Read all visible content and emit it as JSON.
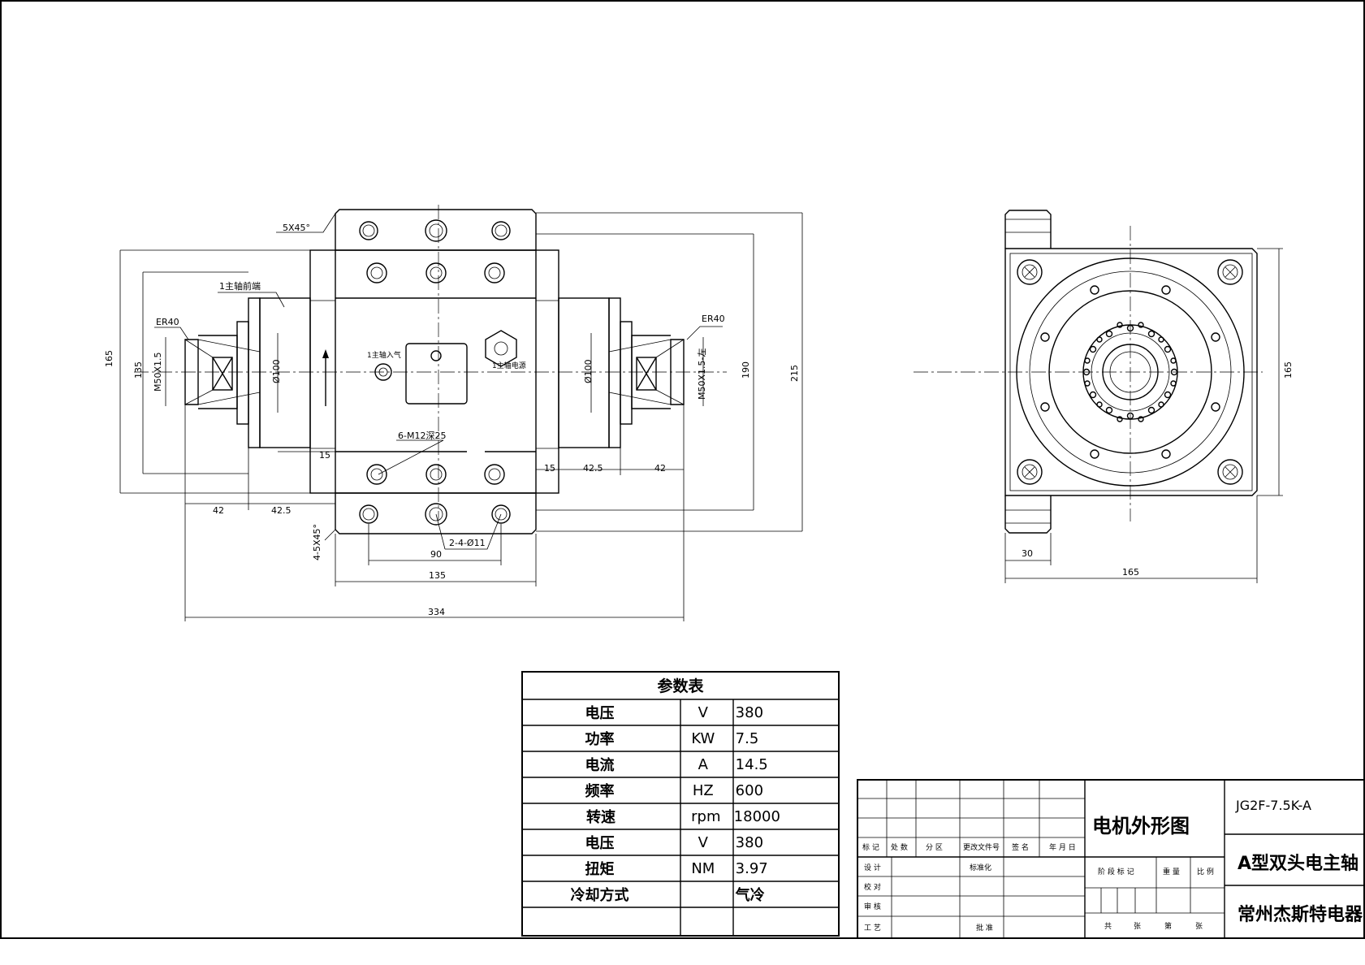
{
  "front_view": {
    "chamfer_top": "5X45°",
    "chamfer_bottom": "4-5X45°",
    "label_front_end": "1主轴前端",
    "label_air_inlet": "1主轴入气",
    "label_power": "1主轴电源",
    "collet_left": "ER40",
    "collet_right": "ER40",
    "thread_left": "M50X1.5",
    "thread_right": "M50X1.5-左",
    "dia_left": "Ø100",
    "dia_right": "Ø100",
    "tapped_holes": "6-M12深25",
    "through_holes": "2-4-Ø11",
    "dim_165": "165",
    "dim_135_v": "135",
    "dim_190": "190",
    "dim_215": "215",
    "dim_15_left": "15",
    "dim_15_right": "15",
    "dim_42_left": "42",
    "dim_42_5_left": "42.5",
    "dim_42_5_right": "42.5",
    "dim_42_right": "42",
    "dim_90": "90",
    "dim_135_h": "135",
    "dim_334": "334"
  },
  "side_view": {
    "dim_165_v": "165",
    "dim_30": "30",
    "dim_165_h": "165"
  },
  "params": {
    "title": "参数表",
    "rows": [
      {
        "name": "电压",
        "unit": "V",
        "value": "380"
      },
      {
        "name": "功率",
        "unit": "KW",
        "value": "7.5"
      },
      {
        "name": "电流",
        "unit": "A",
        "value": "14.5"
      },
      {
        "name": "频率",
        "unit": "HZ",
        "value": "600"
      },
      {
        "name": "转速",
        "unit": "rpm",
        "value": "18000"
      },
      {
        "name": "电压",
        "unit": "V",
        "value": "380"
      },
      {
        "name": "扭矩",
        "unit": "NM",
        "value": "3.97"
      },
      {
        "name": "冷却方式",
        "unit": "",
        "value": "气冷"
      }
    ]
  },
  "title_block": {
    "drawing_name": "电机外形图",
    "model": "JG2F-7.5K-A",
    "product": "A型双头电主轴",
    "company": "常州杰斯特电器",
    "h_mark": "标 记",
    "h_count": "处 数",
    "h_zone": "分 区",
    "h_change_doc": "更改文件号",
    "h_sign": "签 名",
    "h_date": "年 月 日",
    "r_design": "设 计",
    "r_standard": "标准化",
    "r_check": "校 对",
    "r_review": "审 核",
    "r_process": "工 艺",
    "r_approve": "批 准",
    "h_stage": "阶 段 标 记",
    "h_weight": "重 量",
    "h_scale": "比 例",
    "f_total": "共",
    "f_sheets": "张",
    "f_no": "第",
    "f_sheet": "张"
  }
}
